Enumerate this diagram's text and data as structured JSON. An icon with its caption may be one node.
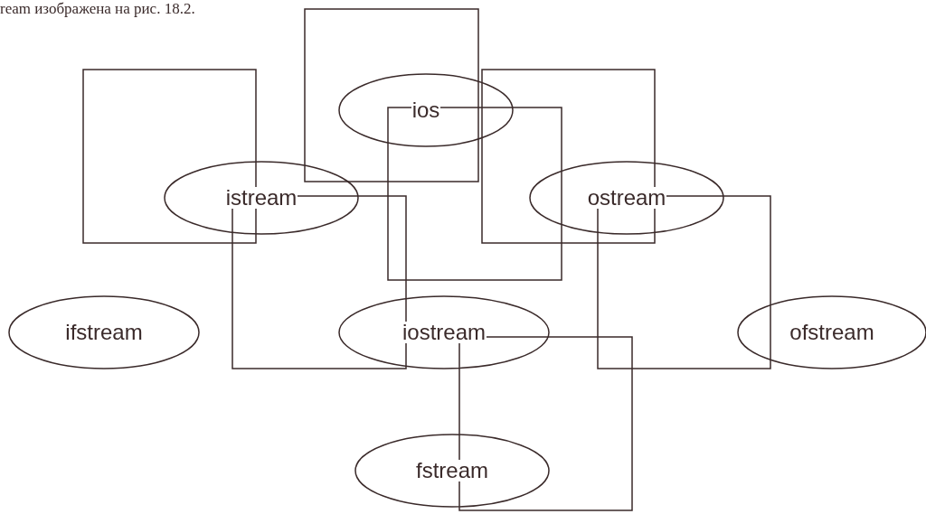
{
  "diagram": {
    "nodes": [
      {
        "text": [
          "ios"
        ]
      },
      {
        "text": [
          "istream"
        ]
      },
      {
        "text": [
          "ostream"
        ]
      },
      {
        "text": [
          "ifstream"
        ]
      },
      {
        "text": [
          "iostream"
        ]
      },
      {
        "text": [
          "ofstream"
        ]
      },
      {
        "text": [
          "fstream"
        ]
      },
      {
        "text": [],
        "shape": "box"
      },
      {
        "text": [],
        "shape": "box"
      },
      {
        "text": [],
        "shape": "box"
      },
      {
        "text": [],
        "shape": "box"
      },
      {
        "text": [],
        "shape": "box"
      },
      {
        "text": [],
        "shape": "box"
      },
      {
        "text": [],
        "shape": "box"
      }
    ],
    "labels": [
      "ream изображена на рис. 18.2."
    ]
  }
}
